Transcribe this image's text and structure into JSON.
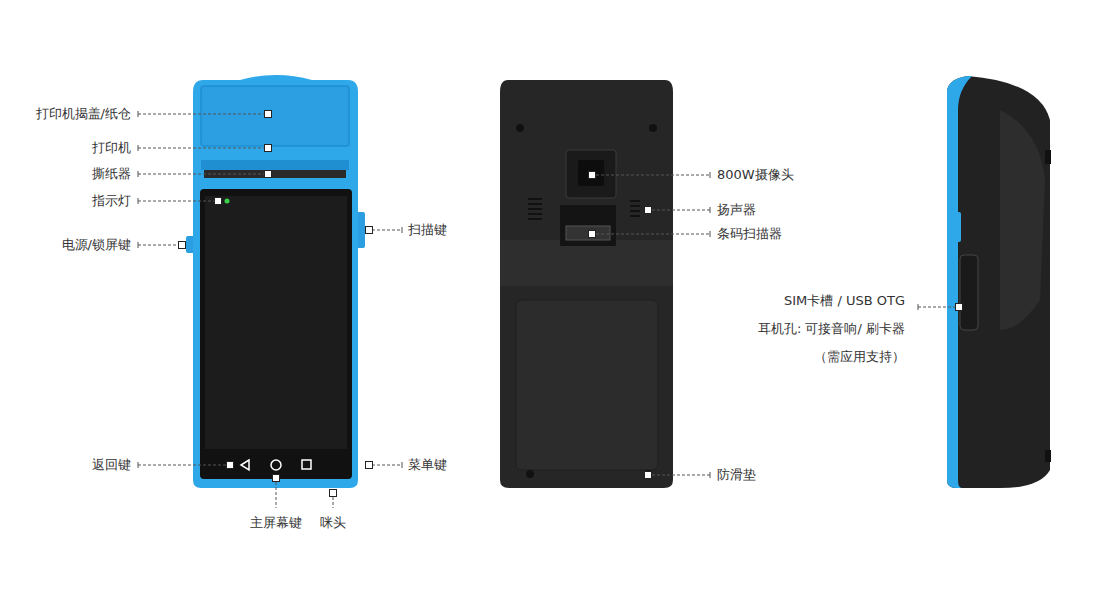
{
  "diagram": {
    "labels": [
      "打印机揭盖/纸仓",
      "打印机",
      "撕纸器",
      "指示灯",
      "电源/锁屏键",
      "扫描键",
      "返回键",
      "菜单键",
      "主屏幕键",
      "咪头",
      "800W摄像头",
      "扬声器",
      "条码扫描器",
      "防滑垫",
      "SIM卡槽 / USB OTG",
      "耳机孔: 可接音响/ 刷卡器",
      "（需应用支持）"
    ]
  }
}
